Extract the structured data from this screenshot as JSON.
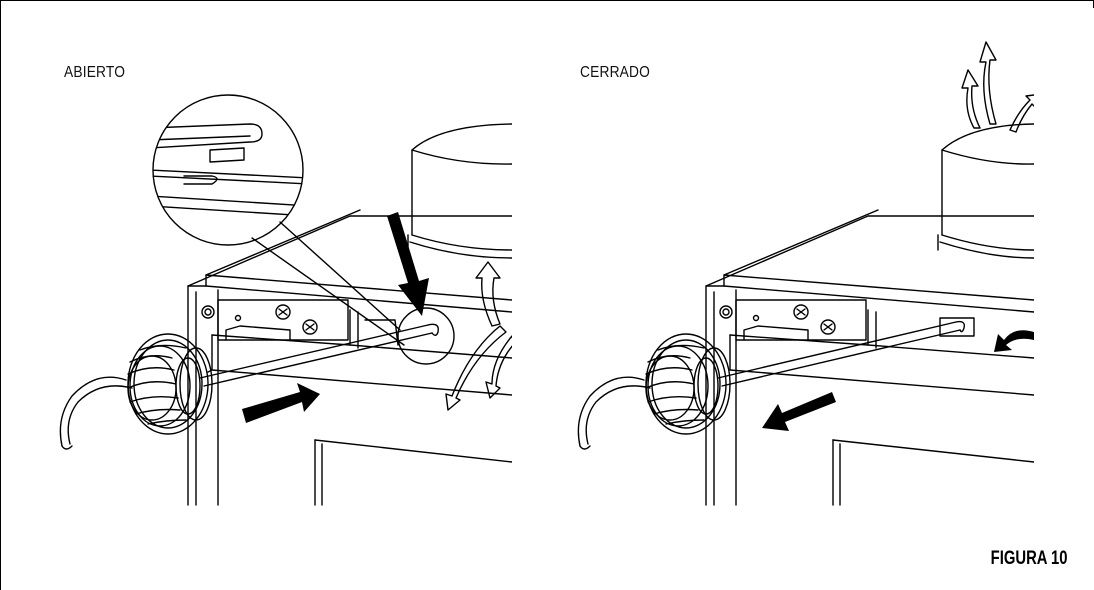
{
  "panels": {
    "open_label": "ABIERTO",
    "closed_label": "CERRADO"
  },
  "figure_label": "FIGURA 10",
  "colors": {
    "line": "#000000",
    "background": "#ffffff"
  }
}
